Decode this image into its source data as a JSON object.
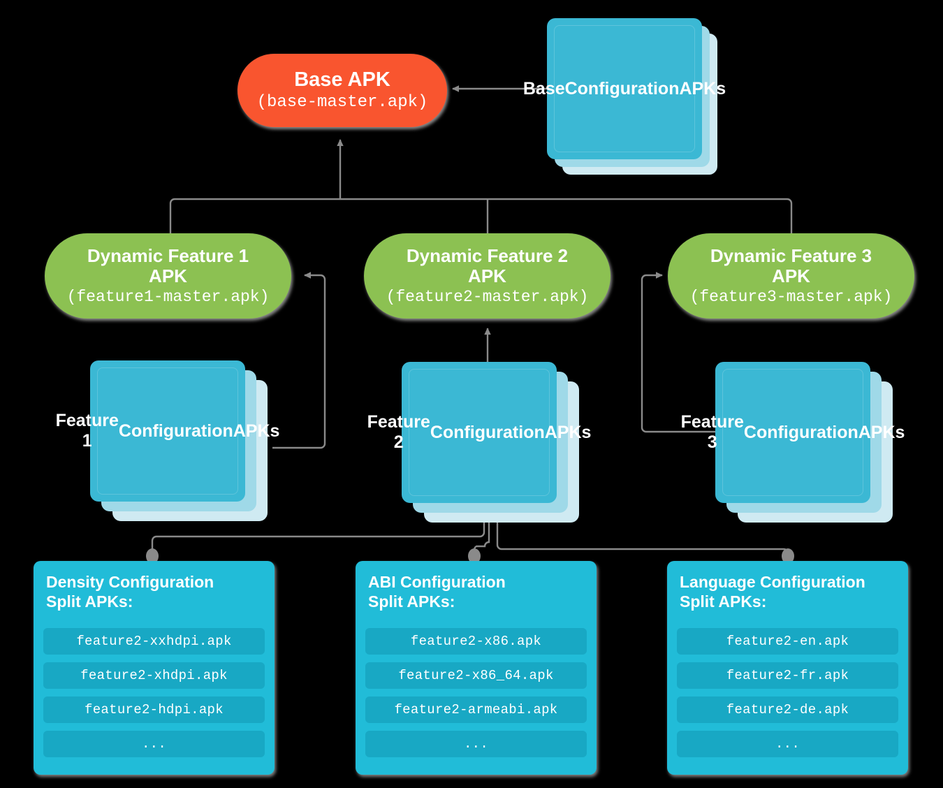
{
  "diagram": {
    "title": "Android App Bundle split APK structure",
    "colors": {
      "base": "#f9552f",
      "feature": "#8cc152",
      "config_card": "#3bb8d4",
      "panel": "#21bcd8",
      "panel_row": "#18a8c4",
      "wire": "#8a8a8a",
      "background": "#000000"
    }
  },
  "base_apk": {
    "title": "Base APK",
    "filename": "(base-master.apk)"
  },
  "base_config": {
    "line1": "Base",
    "line2": "Configuration",
    "line3": "APKs"
  },
  "features": [
    {
      "title_line1": "Dynamic Feature 1",
      "title_line2": "APK",
      "filename": "(feature1-master.apk)",
      "config": {
        "line1": "Feature 1",
        "line2": "Configuration",
        "line3": "APKs"
      }
    },
    {
      "title_line1": "Dynamic Feature 2",
      "title_line2": "APK",
      "filename": "(feature2-master.apk)",
      "config": {
        "line1": "Feature 2",
        "line2": "Configuration",
        "line3": "APKs"
      }
    },
    {
      "title_line1": "Dynamic Feature 3",
      "title_line2": "APK",
      "filename": "(feature3-master.apk)",
      "config": {
        "line1": "Feature 3",
        "line2": "Configuration",
        "line3": "APKs"
      }
    }
  ],
  "split_panels": [
    {
      "title_line1": "Density Configuration",
      "title_line2": "Split APKs:",
      "items": [
        "feature2-xxhdpi.apk",
        "feature2-xhdpi.apk",
        "feature2-hdpi.apk",
        "..."
      ]
    },
    {
      "title_line1": "ABI Configuration",
      "title_line2": "Split APKs:",
      "items": [
        "feature2-x86.apk",
        "feature2-x86_64.apk",
        "feature2-armeabi.apk",
        "..."
      ]
    },
    {
      "title_line1": "Language Configuration",
      "title_line2": "Split APKs:",
      "items": [
        "feature2-en.apk",
        "feature2-fr.apk",
        "feature2-de.apk",
        "..."
      ]
    }
  ]
}
